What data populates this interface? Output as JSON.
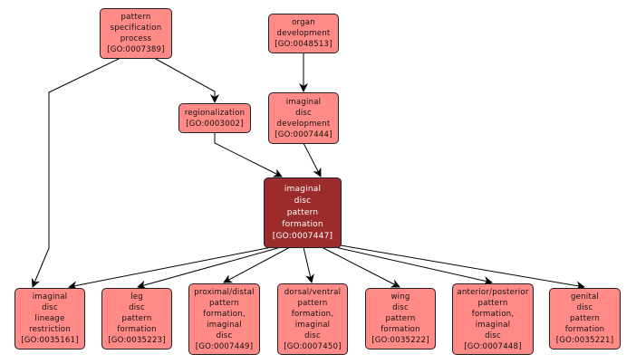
{
  "colors": {
    "node_fill": "#ff8a86",
    "focus_fill": "#9c2c2c",
    "edge": "#000000"
  },
  "nodes": {
    "pattern_spec": {
      "lines": [
        "pattern",
        "specification",
        "process",
        "[GO:0007389]"
      ]
    },
    "organ_dev": {
      "lines": [
        "organ",
        "development",
        "[GO:0048513]"
      ]
    },
    "regionalization": {
      "lines": [
        "regionalization",
        "[GO:0003002]"
      ]
    },
    "imaginal_disc_dev": {
      "lines": [
        "imaginal",
        "disc",
        "development",
        "[GO:0007444]"
      ]
    },
    "focus": {
      "lines": [
        "imaginal",
        "disc",
        "pattern",
        "formation",
        "[GO:0007447]"
      ]
    },
    "lineage": {
      "lines": [
        "imaginal",
        "disc",
        "lineage",
        "restriction",
        "[GO:0035161]"
      ]
    },
    "leg": {
      "lines": [
        "leg",
        "disc",
        "pattern",
        "formation",
        "[GO:0035223]"
      ]
    },
    "prox_distal": {
      "lines": [
        "proximal/distal",
        "pattern",
        "formation,",
        "imaginal",
        "disc",
        "[GO:0007449]"
      ]
    },
    "dors_ventral": {
      "lines": [
        "dorsal/ventral",
        "pattern",
        "formation,",
        "imaginal",
        "disc",
        "[GO:0007450]"
      ]
    },
    "wing": {
      "lines": [
        "wing",
        "disc",
        "pattern",
        "formation",
        "[GO:0035222]"
      ]
    },
    "ant_post": {
      "lines": [
        "anterior/posterior",
        "pattern",
        "formation,",
        "imaginal",
        "disc",
        "[GO:0007448]"
      ]
    },
    "genital": {
      "lines": [
        "genital",
        "disc",
        "pattern",
        "formation",
        "[GO:0035221]"
      ]
    }
  },
  "edges": [
    {
      "from": "pattern_spec",
      "to": "regionalization"
    },
    {
      "from": "pattern_spec",
      "to": "lineage"
    },
    {
      "from": "organ_dev",
      "to": "imaginal_disc_dev"
    },
    {
      "from": "regionalization",
      "to": "focus"
    },
    {
      "from": "imaginal_disc_dev",
      "to": "focus"
    },
    {
      "from": "focus",
      "to": "lineage"
    },
    {
      "from": "focus",
      "to": "leg"
    },
    {
      "from": "focus",
      "to": "prox_distal"
    },
    {
      "from": "focus",
      "to": "dors_ventral"
    },
    {
      "from": "focus",
      "to": "wing"
    },
    {
      "from": "focus",
      "to": "ant_post"
    },
    {
      "from": "focus",
      "to": "genital"
    }
  ]
}
